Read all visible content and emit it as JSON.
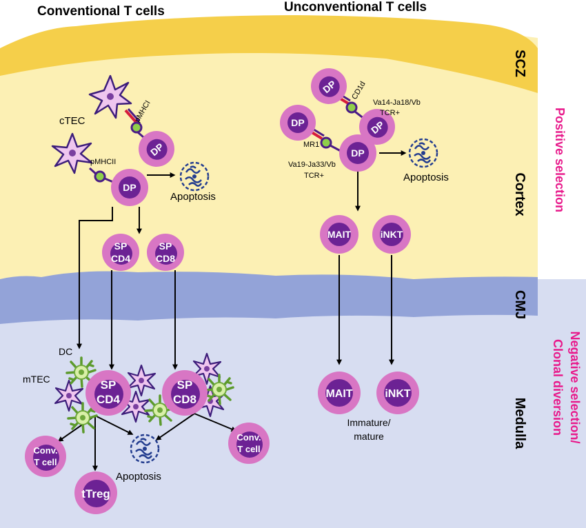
{
  "titles": {
    "conventional": "Conventional T cells",
    "unconventional": "Unconventional T cells"
  },
  "zones": {
    "scz": "SCZ",
    "cortex": "Cortex",
    "cmj": "CMJ",
    "medulla": "Medulla"
  },
  "selection": {
    "positive": "Positive selection",
    "negative_line1": "Negative selection/",
    "negative_line2": "Clonal diversion"
  },
  "labels": {
    "ctec": "cTEC",
    "pmhci": "pMHCI",
    "pmhcii": "pMHCII",
    "dp": "DP",
    "apoptosis": "Apoptosis",
    "sp": "SP",
    "cd4": "CD4",
    "cd8": "CD8",
    "cd1d": "CD1d",
    "va14": "Va14-Ja18/Vb",
    "tcr": "TCR+",
    "mr1": "MR1",
    "va19": "Va19-Ja33/Vb",
    "mait": "MAIT",
    "inkt": "iNKT",
    "dc": "DC",
    "mtec": "mTEC",
    "conv": "Conv.",
    "tcell": "T cell",
    "ttreg": "tTreg",
    "immature": "Immature/",
    "mature": "mature"
  },
  "colors": {
    "scz_band": "#f5cf4a",
    "cortex": "#fcf0b4",
    "cmj_band": "#93a3d8",
    "medulla": "#d7ddf1",
    "cell_outer": "#d876c4",
    "cell_inner": "#6c2294",
    "tec": "#efc6ef",
    "tec_outline": "#3c1d7a",
    "dc_green": "#6fa83c",
    "selection_text": "#e8198b",
    "apoptosis_blue": "#233d8f"
  }
}
